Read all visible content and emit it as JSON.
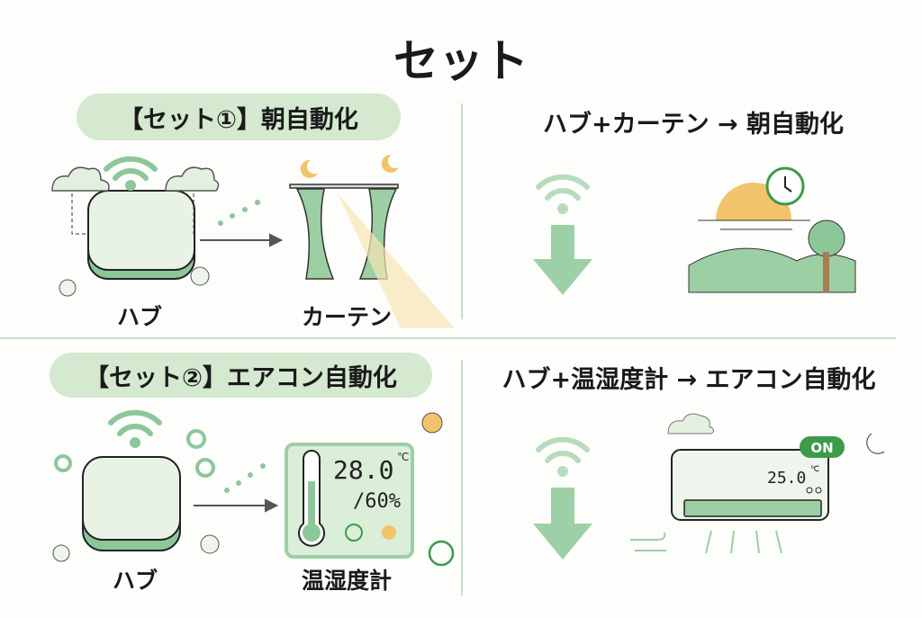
{
  "title": "セット",
  "set1": {
    "pill": "【セット①】朝自動化",
    "header": "ハブ+カーテン → 朝自動化",
    "hub_label": "ハブ",
    "device_label": "カーテン"
  },
  "set2": {
    "pill": "【セット②】エアコン自動化",
    "header": "ハブ+温湿度計 → エアコン自動化",
    "hub_label": "ハブ",
    "device_label": "温湿度計",
    "temperature": "28.0",
    "temp_unit": "℃",
    "humidity": "/60%",
    "ac_temperature": "25.0",
    "ac_unit": "℃",
    "ac_status": "ON"
  },
  "colors": {
    "green_light": "#d4e9d0",
    "green": "#8cc79a",
    "green_dark": "#3e9a4c",
    "sun": "#f2c36b"
  }
}
